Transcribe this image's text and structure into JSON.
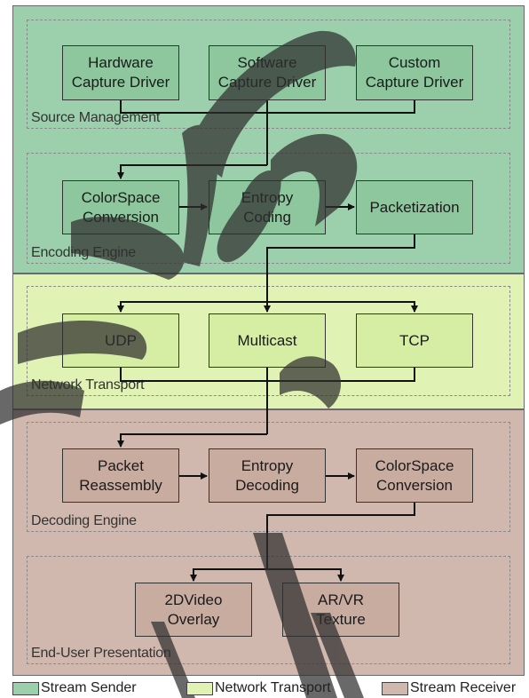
{
  "colors": {
    "sender": "#9ccfab",
    "transport": "#e1f2b5",
    "receiver": "#d1b8ae",
    "sender_box": "#8ec79e",
    "transport_box": "#d6eda4",
    "receiver_box": "#c9aca0",
    "watermark": "#2f2f2f"
  },
  "groups": {
    "source": "Source Management",
    "encoding": "Encoding Engine",
    "network": "Network Transport",
    "decoding": "Decoding Engine",
    "presentation": "End-User Presentation"
  },
  "boxes": {
    "hardware_capture": "Hardware\nCapture Driver",
    "software_capture": "Software\nCapture Driver",
    "custom_capture": "Custom\nCapture Driver",
    "colorspace_conversion_enc": "ColorSpace\nConversion",
    "entropy_coding": "Entropy\nCoding",
    "packetization": "Packetization",
    "udp": "UDP",
    "multicast": "Multicast",
    "tcp": "TCP",
    "packet_reassembly": "Packet\nReassembly",
    "entropy_decoding": "Entropy\nDecoding",
    "colorspace_conversion_dec": "ColorSpace\nConversion",
    "video_overlay": "2DVideo\nOverlay",
    "arvr_texture": "AR/VR\nTexture"
  },
  "legend": {
    "sender": "Stream Sender",
    "transport": "Network Transport",
    "receiver": "Stream Receiver"
  }
}
